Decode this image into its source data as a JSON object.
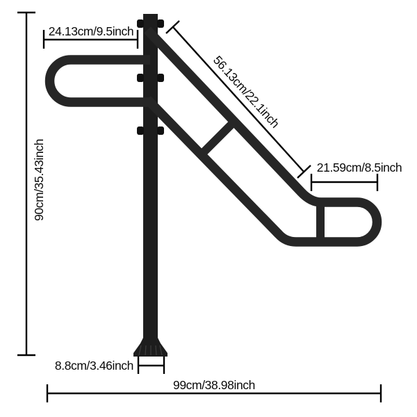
{
  "diagram": {
    "product": "stair-handrail-with-post",
    "background_color": "#ffffff",
    "rail_color": "#262626",
    "post_color": "#1d1d1d",
    "bolt_color": "#111111",
    "dimension_line_color": "#000000",
    "label_color": "#0a0a0a",
    "labels": {
      "loop_width": "24.13cm/9.5inch",
      "slope_length": "56.13cm/22.1inch",
      "end_section_width": "21.59cm/8.5inch",
      "total_height": "90cm/35.43inch",
      "base_width": "8.8cm/3.46inch",
      "total_width": "99cm/38.98inch"
    }
  }
}
